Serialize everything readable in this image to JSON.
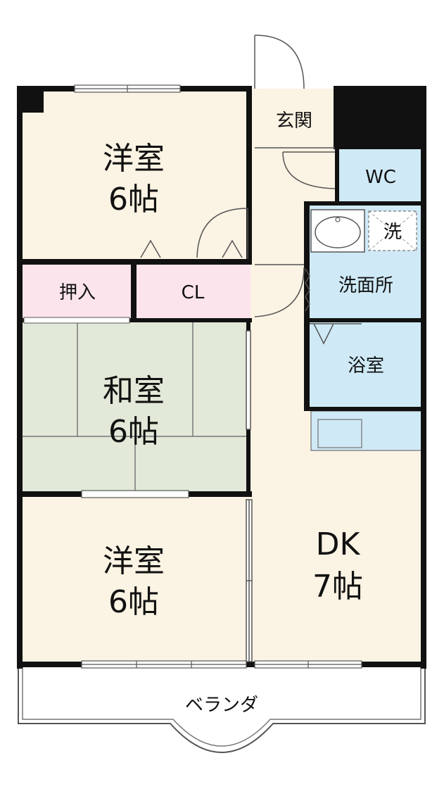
{
  "rooms": {
    "youshitsu_top": {
      "name": "洋室",
      "size": "6帖"
    },
    "washitsu": {
      "name": "和室",
      "size": "6帖"
    },
    "youshitsu_bottom": {
      "name": "洋室",
      "size": "6帖"
    },
    "dk": {
      "name": "DK",
      "size": "7帖"
    },
    "oshiire": {
      "name": "押入"
    },
    "closet": {
      "name": "CL"
    },
    "genkan": {
      "name": "玄関"
    },
    "wc": {
      "name": "WC"
    },
    "senmenjo": {
      "name": "洗面所"
    },
    "yokushitsu": {
      "name": "浴室"
    },
    "sentakuki": {
      "name": "洗"
    },
    "veranda": {
      "name": "ベランダ"
    }
  },
  "colors": {
    "western_room": "#fbf3e3",
    "japanese_room": "#e3e9d9",
    "storage": "#fbe4ec",
    "water_area": "#cfeaf6",
    "walls": "#111111"
  }
}
